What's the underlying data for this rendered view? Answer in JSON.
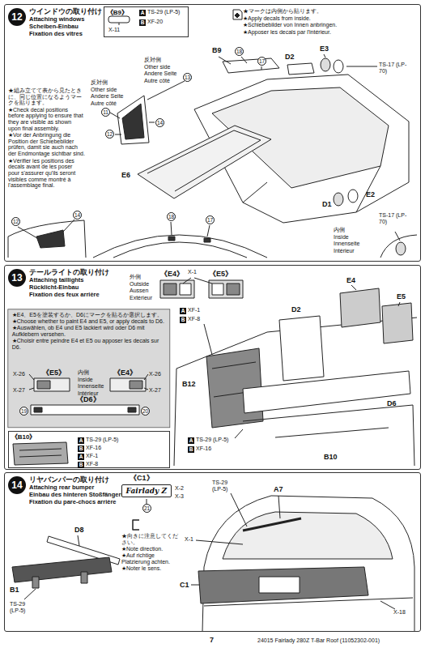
{
  "diagram": {
    "nodes": [
      {
        "text": [
          "12",
          "ウインドウの取り付け",
          "Attaching windows",
          "Scheiben-Einbau",
          "Fixation des vitres"
        ]
      },
      {
        "text": [
          "《B9》"
        ],
        "in": 0
      },
      {
        "text": [
          "13",
          "テールライトの取り付け",
          "Attaching taillights",
          "Rücklicht-Einbau",
          "Fixation des feux arrière"
        ]
      },
      {
        "text": [
          "★E4、E5を塗装するか、D6にマークを貼るか選択します。",
          "★Choose whether to paint E4 and E5, or apply decals to D6.",
          "★Auswählen, ob E4 und E5 lackiert wird oder D6 mit Aufklebern versehen.",
          "★Choisir entre peindre E4 et E5 ou apposer les decals sur D6."
        ],
        "in": 2
      },
      {
        "text": [
          "《B10》"
        ],
        "in": 2
      },
      {
        "text": [
          "14",
          "リヤバンパーの取り付け",
          "Attaching rear bumper",
          "Einbau des hinteren Stoßfängers",
          "Fixation du pare-chocs arrière"
        ]
      },
      {
        "text": [
          "Fairlady Z"
        ],
        "in": 5
      }
    ],
    "labels": [
      "X-11",
      "A",
      "TS-29 (LP-5)",
      "B",
      "XF-20",
      "★マークは内側から貼ります。",
      "★Apply decals from inside.",
      "★Schiebebilder von Innen anbringen.",
      "★Apposer les decals par l'intérieur.",
      "★組み立てて表から見たときに、同じ位置になるようマークを貼ります。",
      "★Check decal positions before applying to ensure that they are visible as shown upon final assembly.",
      "★Vor der Anbringung die Position der Schiebebilder prüfen, damit sie auch nach der Endmontage sichtbar sind.",
      "★Vérifier les positions des decals avant de les poser pour s'assurer qu'ils seront visibles comme montré à l'assemblage final.",
      "反対側",
      "Other side",
      "Andere Seite",
      "Autre côté",
      "13",
      "反対側",
      "Other side",
      "Andere Seite",
      "Autre côté",
      "11",
      "14",
      "12",
      "B9",
      "18",
      "17",
      "E3",
      "D2",
      "TS-17 (LP-70)",
      "E6",
      "D1",
      "E2",
      "TS-17 (LP-70)",
      "内側",
      "Inside",
      "Innenseite",
      "Intérieur",
      "12",
      "14",
      "18",
      "17",
      "外側",
      "Outside",
      "Aussen",
      "Extérieur",
      "《E4》",
      "X-1",
      "《E5》",
      "A",
      "XF-1",
      "B",
      "XF-8",
      "X-26",
      "《E5》",
      "X-27",
      "内側",
      "Inside",
      "Innenseite",
      "Intérieur",
      "《E4》",
      "X-26",
      "X-27",
      "《D6》",
      "19",
      "20",
      "A",
      "TS-29 (LP-5)",
      "B",
      "XF-16",
      "A",
      "XF-1",
      "B",
      "XF-8",
      "E4",
      "E5",
      "D2",
      "B12",
      "D6",
      "B10",
      "A",
      "TS-29 (LP-5)",
      "B",
      "XF-16",
      "《C1》",
      "X-2",
      "X-3",
      "21",
      "★向きに注意してください。",
      "★Note direction.",
      "★Auf richtige Platzierung achten.",
      "★Noter le sens.",
      "D8",
      "B1",
      "TS-29 (LP-5)",
      "TS-29 (LP-5)",
      "A7",
      "X-1",
      "C1",
      "X-18",
      "7",
      "24015 Fairlady 280Z T-Bar Roof (11052302-001)"
    ]
  }
}
